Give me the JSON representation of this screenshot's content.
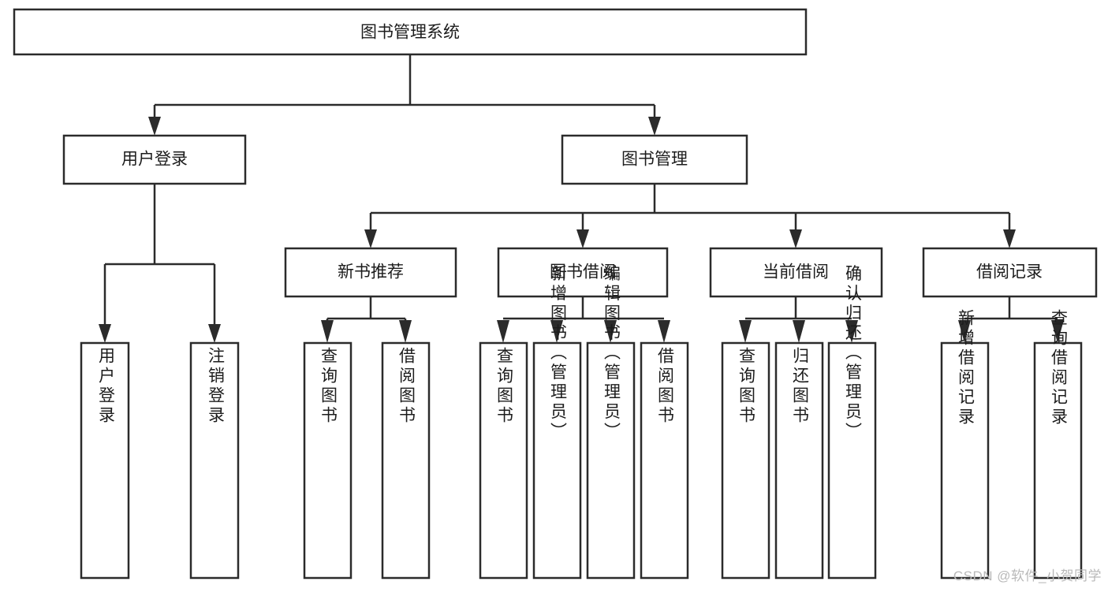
{
  "diagram": {
    "type": "tree-hierarchy",
    "title": "图书管理系统",
    "orientation": "top-down",
    "colors": {
      "box_stroke": "#2b2b2b",
      "box_fill": "#ffffff",
      "connector": "#2b2b2b",
      "text": "#1c1c1c",
      "background": "#ffffff",
      "watermark": "#b9b9b9"
    },
    "nodes": {
      "root": {
        "label": "图书管理系统",
        "level": 0,
        "orientation": "horizontal"
      },
      "l1": [
        {
          "id": "user-login",
          "label": "用户登录",
          "level": 1,
          "orientation": "horizontal"
        },
        {
          "id": "book-management",
          "label": "图书管理",
          "level": 1,
          "orientation": "horizontal"
        }
      ],
      "l2": [
        {
          "id": "new-book-recommend",
          "label": "新书推荐",
          "level": 2,
          "orientation": "horizontal"
        },
        {
          "id": "book-borrow",
          "label": "图书借阅",
          "level": 2,
          "orientation": "horizontal"
        },
        {
          "id": "current-borrow",
          "label": "当前借阅",
          "level": 2,
          "orientation": "horizontal"
        },
        {
          "id": "borrow-record",
          "label": "借阅记录",
          "level": 2,
          "orientation": "horizontal"
        }
      ],
      "leaves": [
        {
          "id": "leaf-user-login",
          "label": "用户登录",
          "parent": "user-login",
          "orientation": "vertical"
        },
        {
          "id": "leaf-user-logout",
          "label": "注销登录",
          "parent": "user-login",
          "orientation": "vertical"
        },
        {
          "id": "leaf-query-book-1",
          "label": "查询图书",
          "parent": "new-book-recommend",
          "orientation": "vertical"
        },
        {
          "id": "leaf-borrow-book-1",
          "label": "借阅图书",
          "parent": "new-book-recommend",
          "orientation": "vertical"
        },
        {
          "id": "leaf-query-book-2",
          "label": "查询图书",
          "parent": "book-borrow",
          "orientation": "vertical"
        },
        {
          "id": "leaf-add-book",
          "label": "新增图书（管理员）",
          "parent": "book-borrow",
          "orientation": "vertical"
        },
        {
          "id": "leaf-edit-book",
          "label": "编辑图书（管理员）",
          "parent": "book-borrow",
          "orientation": "vertical"
        },
        {
          "id": "leaf-borrow-book-2",
          "label": "借阅图书",
          "parent": "book-borrow",
          "orientation": "vertical"
        },
        {
          "id": "leaf-query-book-3",
          "label": "查询图书",
          "parent": "current-borrow",
          "orientation": "vertical"
        },
        {
          "id": "leaf-return-book",
          "label": "归还图书",
          "parent": "current-borrow",
          "orientation": "vertical"
        },
        {
          "id": "leaf-confirm-return",
          "label": "确认归还（管理员）",
          "parent": "current-borrow",
          "orientation": "vertical"
        },
        {
          "id": "leaf-add-record",
          "label": "新增借阅记录",
          "parent": "borrow-record",
          "orientation": "vertical"
        },
        {
          "id": "leaf-query-record",
          "label": "查询借阅记录",
          "parent": "borrow-record",
          "orientation": "vertical"
        }
      ]
    },
    "edges": [
      {
        "from": "root",
        "to": "user-login"
      },
      {
        "from": "root",
        "to": "book-management"
      },
      {
        "from": "user-login",
        "to": "leaf-user-login"
      },
      {
        "from": "user-login",
        "to": "leaf-user-logout"
      },
      {
        "from": "book-management",
        "to": "new-book-recommend"
      },
      {
        "from": "book-management",
        "to": "book-borrow"
      },
      {
        "from": "book-management",
        "to": "current-borrow"
      },
      {
        "from": "book-management",
        "to": "borrow-record"
      },
      {
        "from": "new-book-recommend",
        "to": "leaf-query-book-1"
      },
      {
        "from": "new-book-recommend",
        "to": "leaf-borrow-book-1"
      },
      {
        "from": "book-borrow",
        "to": "leaf-query-book-2"
      },
      {
        "from": "book-borrow",
        "to": "leaf-add-book"
      },
      {
        "from": "book-borrow",
        "to": "leaf-edit-book"
      },
      {
        "from": "book-borrow",
        "to": "leaf-borrow-book-2"
      },
      {
        "from": "current-borrow",
        "to": "leaf-query-book-3"
      },
      {
        "from": "current-borrow",
        "to": "leaf-return-book"
      },
      {
        "from": "current-borrow",
        "to": "leaf-confirm-return"
      },
      {
        "from": "borrow-record",
        "to": "leaf-add-record"
      },
      {
        "from": "borrow-record",
        "to": "leaf-query-record"
      }
    ]
  },
  "watermark": {
    "text": "CSDN @软件_小贺同学"
  }
}
